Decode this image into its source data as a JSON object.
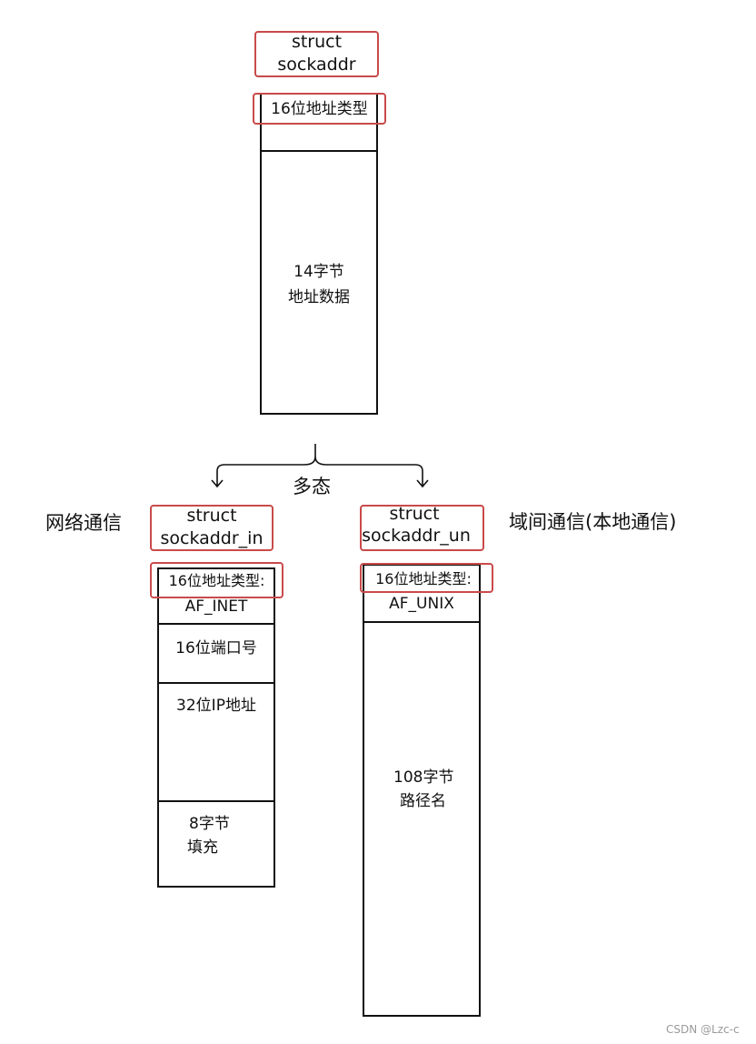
{
  "top": {
    "struct_line1": "struct",
    "struct_line2": "sockaddr",
    "type_field": "16位地址类型",
    "data_line1": "14字节",
    "data_line2": "地址数据"
  },
  "polymorphism_label": "多态",
  "left": {
    "side_label": "网络通信",
    "struct_line1": "struct",
    "struct_line2": "sockaddr_in",
    "type_line1": "16位地址类型:",
    "type_line2": "AF_INET",
    "port": "16位端口号",
    "ip": "32位IP地址",
    "pad_line1": "8字节",
    "pad_line2": "填充"
  },
  "right": {
    "side_label": "域间通信(本地通信)",
    "struct_line1": "struct",
    "struct_line2": "sockaddr_un",
    "type_line1": "16位地址类型:",
    "type_line2": "AF_UNIX",
    "path_line1": "108字节",
    "path_line2": "路径名"
  },
  "watermark": "CSDN @Lzc-c",
  "colors": {
    "highlight": "#c94a4a",
    "line": "#111111"
  }
}
